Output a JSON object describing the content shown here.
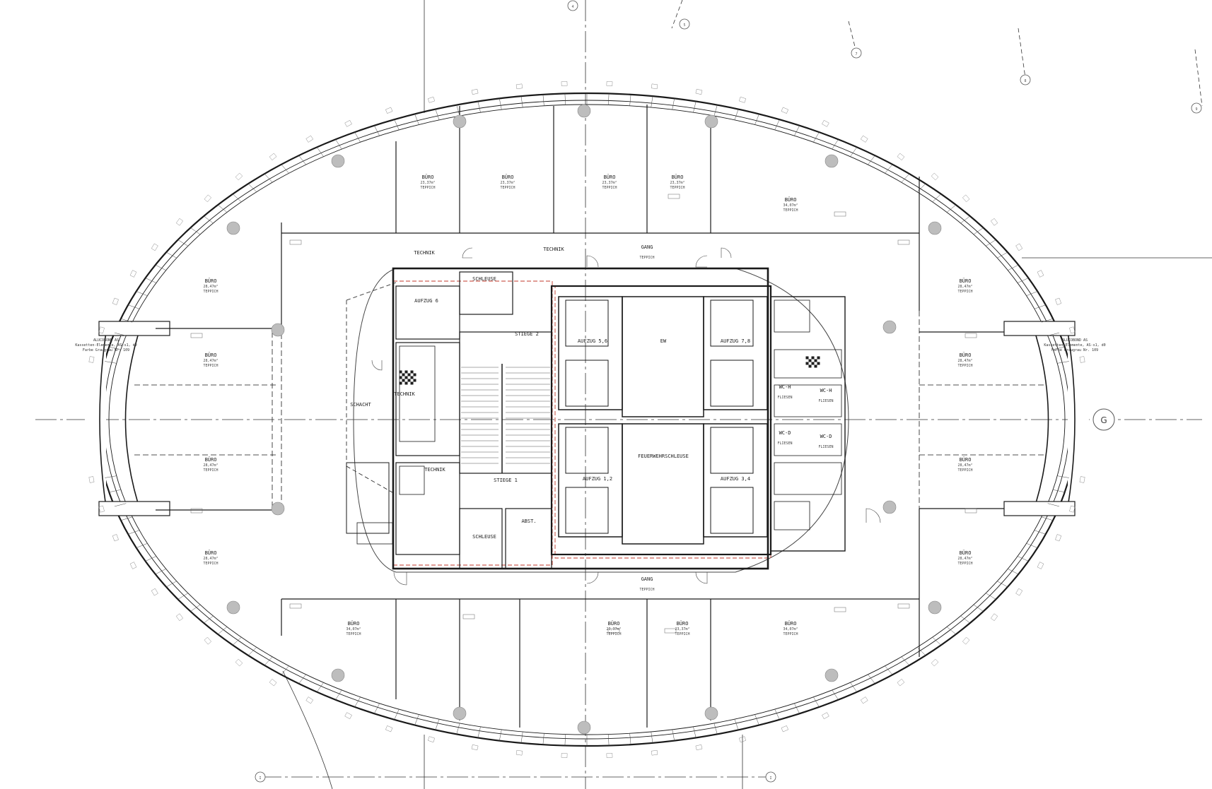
{
  "colors": {
    "line": "#1a1a1a",
    "thin": "#555555",
    "red": "#c0392b",
    "column": "#bdbdbd",
    "bg": "#ffffff"
  },
  "axes": {
    "top": [
      "4",
      "5",
      "7",
      "8",
      "9"
    ],
    "right": "G",
    "bottom_left": "I",
    "bottom_right": "I"
  },
  "rooms": [
    {
      "id": "buero-n1",
      "name": "BÜRO",
      "area": "23,37m²",
      "sub": "TEPPICH"
    },
    {
      "id": "buero-n2",
      "name": "BÜRO",
      "area": "23,37m²",
      "sub": "TEPPICH"
    },
    {
      "id": "buero-n3",
      "name": "BÜRO",
      "area": "23,37m²",
      "sub": "TEPPICH"
    },
    {
      "id": "buero-n4",
      "name": "BÜRO",
      "area": "23,37m²",
      "sub": "TEPPICH"
    },
    {
      "id": "buero-ne",
      "name": "BÜRO",
      "area": "34,07m²",
      "sub": "TEPPICH"
    },
    {
      "id": "buero-w1",
      "name": "BÜRO",
      "area": "28,47m²",
      "sub": "TEPPICH"
    },
    {
      "id": "buero-w2",
      "name": "BÜRO",
      "area": "28,47m²",
      "sub": "TEPPICH"
    },
    {
      "id": "buero-w3",
      "name": "BÜRO",
      "area": "28,47m²",
      "sub": "TEPPICH"
    },
    {
      "id": "buero-w4",
      "name": "BÜRO",
      "area": "28,47m²",
      "sub": "TEPPICH"
    },
    {
      "id": "buero-e1",
      "name": "BÜRO",
      "area": "28,47m²",
      "sub": "TEPPICH"
    },
    {
      "id": "buero-e2",
      "name": "BÜRO",
      "area": "28,47m²",
      "sub": "TEPPICH"
    },
    {
      "id": "buero-e3",
      "name": "BÜRO",
      "area": "28,47m²",
      "sub": "TEPPICH"
    },
    {
      "id": "buero-e4",
      "name": "BÜRO",
      "area": "28,47m²",
      "sub": "TEPPICH"
    },
    {
      "id": "buero-s1",
      "name": "BÜRO",
      "area": "34,07m²",
      "sub": "TEPPICH"
    },
    {
      "id": "buero-s2",
      "name": "BÜRO",
      "area": "23,37m²",
      "sub": "TEPPICH"
    },
    {
      "id": "buero-s3",
      "name": "BÜRO",
      "area": "23,37m²",
      "sub": "TEPPICH"
    },
    {
      "id": "buero-se",
      "name": "BÜRO",
      "area": "34,07m²",
      "sub": "TEPPICH"
    },
    {
      "id": "gang-n",
      "name": "GANG",
      "area": "",
      "sub": "TEPPICH"
    },
    {
      "id": "gang-s",
      "name": "GANG",
      "area": "",
      "sub": "TEPPICH"
    },
    {
      "id": "aufzug-6",
      "name": "AUFZUG 6",
      "area": "",
      "sub": ""
    },
    {
      "id": "aufzug-56",
      "name": "AUFZUG 5,6",
      "area": "",
      "sub": ""
    },
    {
      "id": "aufzug-78",
      "name": "AUFZUG 7,8",
      "area": "",
      "sub": ""
    },
    {
      "id": "aufzug-12",
      "name": "AUFZUG 1,2",
      "area": "",
      "sub": ""
    },
    {
      "id": "aufzug-34",
      "name": "AUFZUG 3,4",
      "area": "",
      "sub": ""
    },
    {
      "id": "stiege-2",
      "name": "STIEGE 2",
      "area": "",
      "sub": ""
    },
    {
      "id": "stiege-1",
      "name": "STIEGE 1",
      "area": "",
      "sub": ""
    },
    {
      "id": "schleuse-n",
      "name": "SCHLEUSE",
      "area": "",
      "sub": ""
    },
    {
      "id": "schleuse-s",
      "name": "SCHLEUSE",
      "area": "",
      "sub": ""
    },
    {
      "id": "abstellraum",
      "name": "ABST.",
      "area": "",
      "sub": ""
    },
    {
      "id": "schacht",
      "name": "SCHACHT",
      "area": "",
      "sub": ""
    },
    {
      "id": "feuerwehrschleuse",
      "name": "FEUERWEHRSCHLEUSE",
      "area": "",
      "sub": ""
    },
    {
      "id": "technik-n",
      "name": "TECHNIK",
      "area": "",
      "sub": ""
    },
    {
      "id": "technik-n2",
      "name": "TECHNIK",
      "area": "",
      "sub": ""
    },
    {
      "id": "technik-w",
      "name": "TECHNIK",
      "area": "",
      "sub": ""
    },
    {
      "id": "technik-w2",
      "name": "TECHNIK",
      "area": "",
      "sub": ""
    },
    {
      "id": "ew",
      "name": "EW",
      "area": "",
      "sub": ""
    },
    {
      "id": "wc-1",
      "name": "WC-H",
      "area": "",
      "sub": "FLIESEN"
    },
    {
      "id": "wc-2",
      "name": "WC-H",
      "area": "",
      "sub": "FLIESEN"
    },
    {
      "id": "wc-3",
      "name": "WC-D",
      "area": "",
      "sub": "FLIESEN"
    },
    {
      "id": "wc-4",
      "name": "WC-D",
      "area": "",
      "sub": "FLIESEN"
    }
  ],
  "notes": {
    "alucobond_left": "ALUCOBOND AS",
    "alucobond_left_2": "Kassetten-Elemente, AS-s1, d0",
    "alucobond_left_3": "Farbe Graugrau Nr. 109",
    "alucobond_right": "ALUCOBOND AS",
    "alucobond_right_2": "Kassetten-Elemente, AS-s1, d0",
    "alucobond_right_3": "Farbe Graugrau Nr. 109"
  }
}
